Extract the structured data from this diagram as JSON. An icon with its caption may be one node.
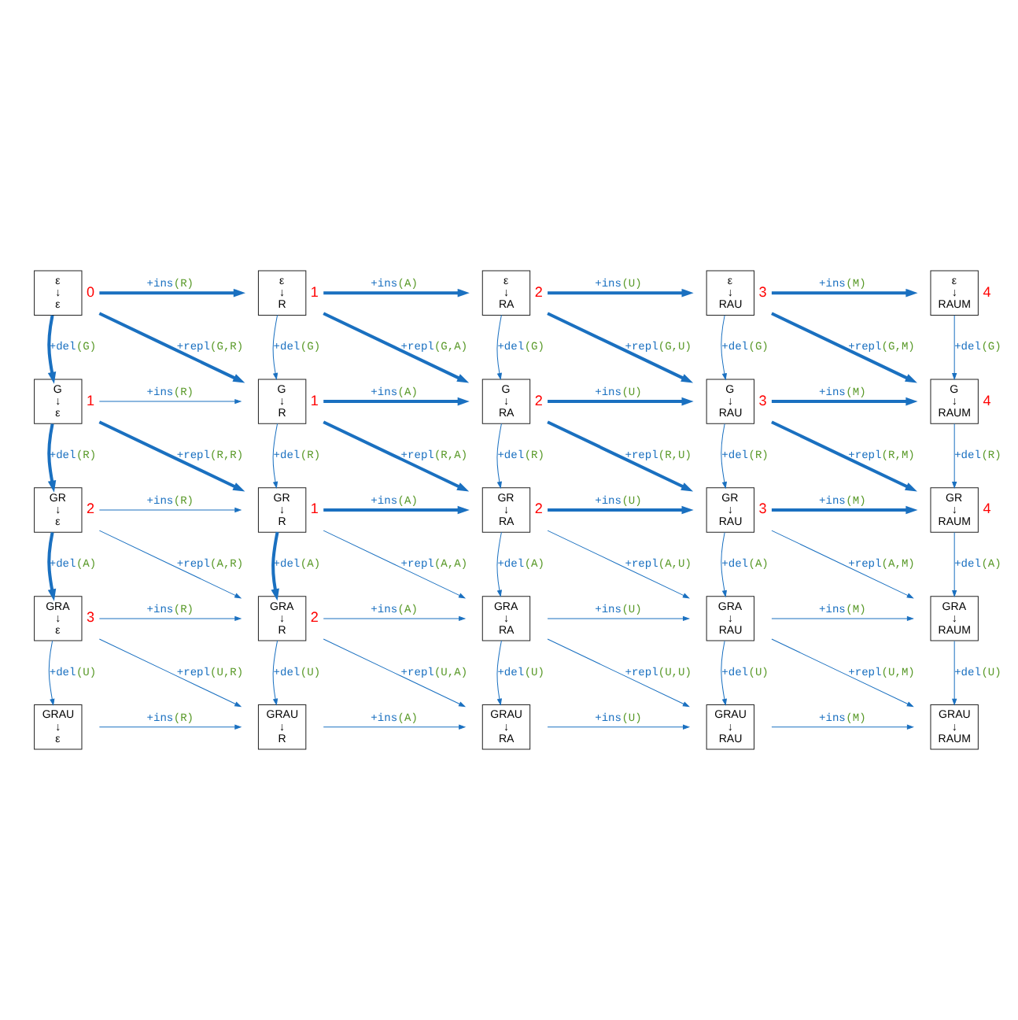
{
  "diagram": {
    "nodes": [
      {
        "text": [
          "ε",
          "↓",
          "ε"
        ],
        "beside": [
          "0"
        ]
      },
      {
        "text": [
          "ε",
          "↓",
          "R"
        ],
        "beside": [
          "1"
        ]
      },
      {
        "text": [
          "ε",
          "↓",
          "RA"
        ],
        "beside": [
          "2"
        ]
      },
      {
        "text": [
          "ε",
          "↓",
          "RAU"
        ],
        "beside": [
          "3"
        ]
      },
      {
        "text": [
          "ε",
          "↓",
          "RAUM"
        ],
        "beside": [
          "4"
        ]
      },
      {
        "text": [
          "G",
          "↓",
          "ε"
        ],
        "beside": [
          "1"
        ]
      },
      {
        "text": [
          "G",
          "↓",
          "R"
        ],
        "beside": [
          "1"
        ]
      },
      {
        "text": [
          "G",
          "↓",
          "RA"
        ],
        "beside": [
          "2"
        ]
      },
      {
        "text": [
          "G",
          "↓",
          "RAU"
        ],
        "beside": [
          "3"
        ]
      },
      {
        "text": [
          "G",
          "↓",
          "RAUM"
        ],
        "beside": [
          "4"
        ]
      },
      {
        "text": [
          "GR",
          "↓",
          "ε"
        ],
        "beside": [
          "2"
        ]
      },
      {
        "text": [
          "GR",
          "↓",
          "R"
        ],
        "beside": [
          "1"
        ]
      },
      {
        "text": [
          "GR",
          "↓",
          "RA"
        ],
        "beside": [
          "2"
        ]
      },
      {
        "text": [
          "GR",
          "↓",
          "RAU"
        ],
        "beside": [
          "3"
        ]
      },
      {
        "text": [
          "GR",
          "↓",
          "RAUM"
        ],
        "beside": [
          "4"
        ]
      },
      {
        "text": [
          "GRA",
          "↓",
          "ε"
        ],
        "beside": [
          "3"
        ]
      },
      {
        "text": [
          "GRA",
          "↓",
          "R"
        ],
        "beside": [
          "2"
        ]
      },
      {
        "text": [
          "GRA",
          "↓",
          "RA"
        ]
      },
      {
        "text": [
          "GRA",
          "↓",
          "RAU"
        ]
      },
      {
        "text": [
          "GRA",
          "↓",
          "RAUM"
        ]
      },
      {
        "text": [
          "GRAU",
          "↓",
          "ε"
        ]
      },
      {
        "text": [
          "GRAU",
          "↓",
          "R"
        ]
      },
      {
        "text": [
          "GRAU",
          "↓",
          "RA"
        ]
      },
      {
        "text": [
          "GRAU",
          "↓",
          "RAU"
        ]
      },
      {
        "text": [
          "GRAU",
          "↓",
          "RAUM"
        ]
      }
    ],
    "edges": [
      {
        "from": 0,
        "to": 1,
        "arrow": "to",
        "label": "+ins(R)",
        "style": "thick"
      },
      {
        "from": 1,
        "to": 2,
        "arrow": "to",
        "label": "+ins(A)",
        "style": "thick"
      },
      {
        "from": 2,
        "to": 3,
        "arrow": "to",
        "label": "+ins(U)",
        "style": "thick"
      },
      {
        "from": 3,
        "to": 4,
        "arrow": "to",
        "label": "+ins(M)",
        "style": "thick"
      },
      {
        "from": 0,
        "to": 5,
        "arrow": "to",
        "label": "+del(G)",
        "style": "thick"
      },
      {
        "from": 1,
        "to": 6,
        "arrow": "to",
        "label": "+del(G)"
      },
      {
        "from": 2,
        "to": 7,
        "arrow": "to",
        "label": "+del(G)"
      },
      {
        "from": 3,
        "to": 8,
        "arrow": "to",
        "label": "+del(G)"
      },
      {
        "from": 4,
        "to": 9,
        "arrow": "to",
        "label": "+del(G)"
      },
      {
        "from": 0,
        "to": 6,
        "arrow": "to",
        "label": "+repl(G,R)",
        "style": "thick"
      },
      {
        "from": 1,
        "to": 7,
        "arrow": "to",
        "label": "+repl(G,A)",
        "style": "thick"
      },
      {
        "from": 2,
        "to": 8,
        "arrow": "to",
        "label": "+repl(G,U)",
        "style": "thick"
      },
      {
        "from": 3,
        "to": 9,
        "arrow": "to",
        "label": "+repl(G,M)",
        "style": "thick"
      },
      {
        "from": 5,
        "to": 6,
        "arrow": "to",
        "label": "+ins(R)"
      },
      {
        "from": 6,
        "to": 7,
        "arrow": "to",
        "label": "+ins(A)",
        "style": "thick"
      },
      {
        "from": 7,
        "to": 8,
        "arrow": "to",
        "label": "+ins(U)",
        "style": "thick"
      },
      {
        "from": 8,
        "to": 9,
        "arrow": "to",
        "label": "+ins(M)",
        "style": "thick"
      },
      {
        "from": 5,
        "to": 10,
        "arrow": "to",
        "label": "+del(R)",
        "style": "thick"
      },
      {
        "from": 6,
        "to": 11,
        "arrow": "to",
        "label": "+del(R)"
      },
      {
        "from": 7,
        "to": 12,
        "arrow": "to",
        "label": "+del(R)"
      },
      {
        "from": 8,
        "to": 13,
        "arrow": "to",
        "label": "+del(R)"
      },
      {
        "from": 9,
        "to": 14,
        "arrow": "to",
        "label": "+del(R)"
      },
      {
        "from": 5,
        "to": 11,
        "arrow": "to",
        "label": "+repl(R,R)",
        "style": "thick"
      },
      {
        "from": 6,
        "to": 12,
        "arrow": "to",
        "label": "+repl(R,A)",
        "style": "thick"
      },
      {
        "from": 7,
        "to": 13,
        "arrow": "to",
        "label": "+repl(R,U)",
        "style": "thick"
      },
      {
        "from": 8,
        "to": 14,
        "arrow": "to",
        "label": "+repl(R,M)",
        "style": "thick"
      },
      {
        "from": 10,
        "to": 11,
        "arrow": "to",
        "label": "+ins(R)"
      },
      {
        "from": 11,
        "to": 12,
        "arrow": "to",
        "label": "+ins(A)",
        "style": "thick"
      },
      {
        "from": 12,
        "to": 13,
        "arrow": "to",
        "label": "+ins(U)",
        "style": "thick"
      },
      {
        "from": 13,
        "to": 14,
        "arrow": "to",
        "label": "+ins(M)",
        "style": "thick"
      },
      {
        "from": 10,
        "to": 15,
        "arrow": "to",
        "label": "+del(A)",
        "style": "thick"
      },
      {
        "from": 11,
        "to": 16,
        "arrow": "to",
        "label": "+del(A)",
        "style": "thick"
      },
      {
        "from": 12,
        "to": 17,
        "arrow": "to",
        "label": "+del(A)"
      },
      {
        "from": 13,
        "to": 18,
        "arrow": "to",
        "label": "+del(A)"
      },
      {
        "from": 14,
        "to": 19,
        "arrow": "to",
        "label": "+del(A)"
      },
      {
        "from": 10,
        "to": 16,
        "arrow": "to",
        "label": "+repl(A,R)"
      },
      {
        "from": 11,
        "to": 17,
        "arrow": "to",
        "label": "+repl(A,A)"
      },
      {
        "from": 12,
        "to": 18,
        "arrow": "to",
        "label": "+repl(A,U)"
      },
      {
        "from": 13,
        "to": 19,
        "arrow": "to",
        "label": "+repl(A,M)"
      },
      {
        "from": 15,
        "to": 16,
        "arrow": "to",
        "label": "+ins(R)"
      },
      {
        "from": 16,
        "to": 17,
        "arrow": "to",
        "label": "+ins(A)"
      },
      {
        "from": 17,
        "to": 18,
        "arrow": "to",
        "label": "+ins(U)"
      },
      {
        "from": 18,
        "to": 19,
        "arrow": "to",
        "label": "+ins(M)"
      },
      {
        "from": 15,
        "to": 20,
        "arrow": "to",
        "label": "+del(U)"
      },
      {
        "from": 16,
        "to": 21,
        "arrow": "to",
        "label": "+del(U)"
      },
      {
        "from": 17,
        "to": 22,
        "arrow": "to",
        "label": "+del(U)"
      },
      {
        "from": 18,
        "to": 23,
        "arrow": "to",
        "label": "+del(U)"
      },
      {
        "from": 19,
        "to": 24,
        "arrow": "to",
        "label": "+del(U)"
      },
      {
        "from": 15,
        "to": 21,
        "arrow": "to",
        "label": "+repl(U,R)"
      },
      {
        "from": 16,
        "to": 22,
        "arrow": "to",
        "label": "+repl(U,A)"
      },
      {
        "from": 17,
        "to": 23,
        "arrow": "to",
        "label": "+repl(U,U)"
      },
      {
        "from": 18,
        "to": 24,
        "arrow": "to",
        "label": "+repl(U,M)"
      },
      {
        "from": 20,
        "to": 21,
        "arrow": "to",
        "label": "+ins(R)"
      },
      {
        "from": 21,
        "to": 22,
        "arrow": "to",
        "label": "+ins(A)"
      },
      {
        "from": 22,
        "to": 23,
        "arrow": "to",
        "label": "+ins(U)"
      },
      {
        "from": 23,
        "to": 24,
        "arrow": "to",
        "label": "+ins(M)"
      }
    ]
  }
}
